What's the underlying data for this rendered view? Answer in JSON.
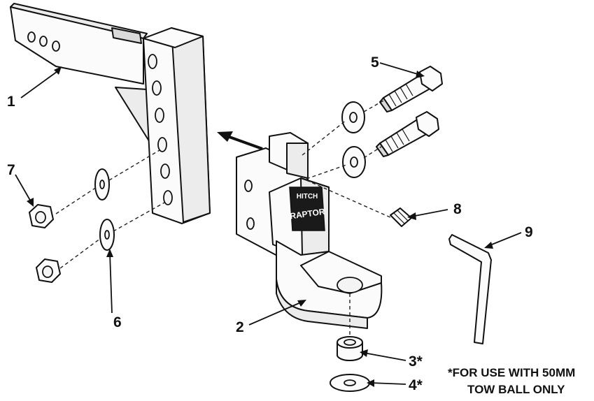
{
  "callouts": {
    "c1": "1",
    "c2": "2",
    "c3": "3*",
    "c4": "4*",
    "c5": "5",
    "c6": "6",
    "c7": "7",
    "c8": "8",
    "c9": "9"
  },
  "decal": {
    "brand": "HITCH",
    "product": "RAPTOR"
  },
  "footnote": {
    "line1": "*FOR USE WITH 50MM",
    "line2": "TOW BALL ONLY"
  },
  "colors": {
    "line": "#111111",
    "background": "#ffffff",
    "decal_bg": "#1a1a1a"
  }
}
